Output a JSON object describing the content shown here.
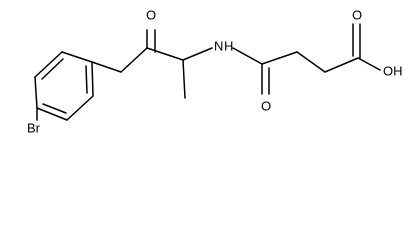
{
  "molecule": {
    "atoms": {
      "br": "Br",
      "ketone_o": "O",
      "amide_n": "N",
      "amide_h": "H",
      "amide_o": "O",
      "acid_o": "O",
      "acid_oh": "OH"
    }
  }
}
